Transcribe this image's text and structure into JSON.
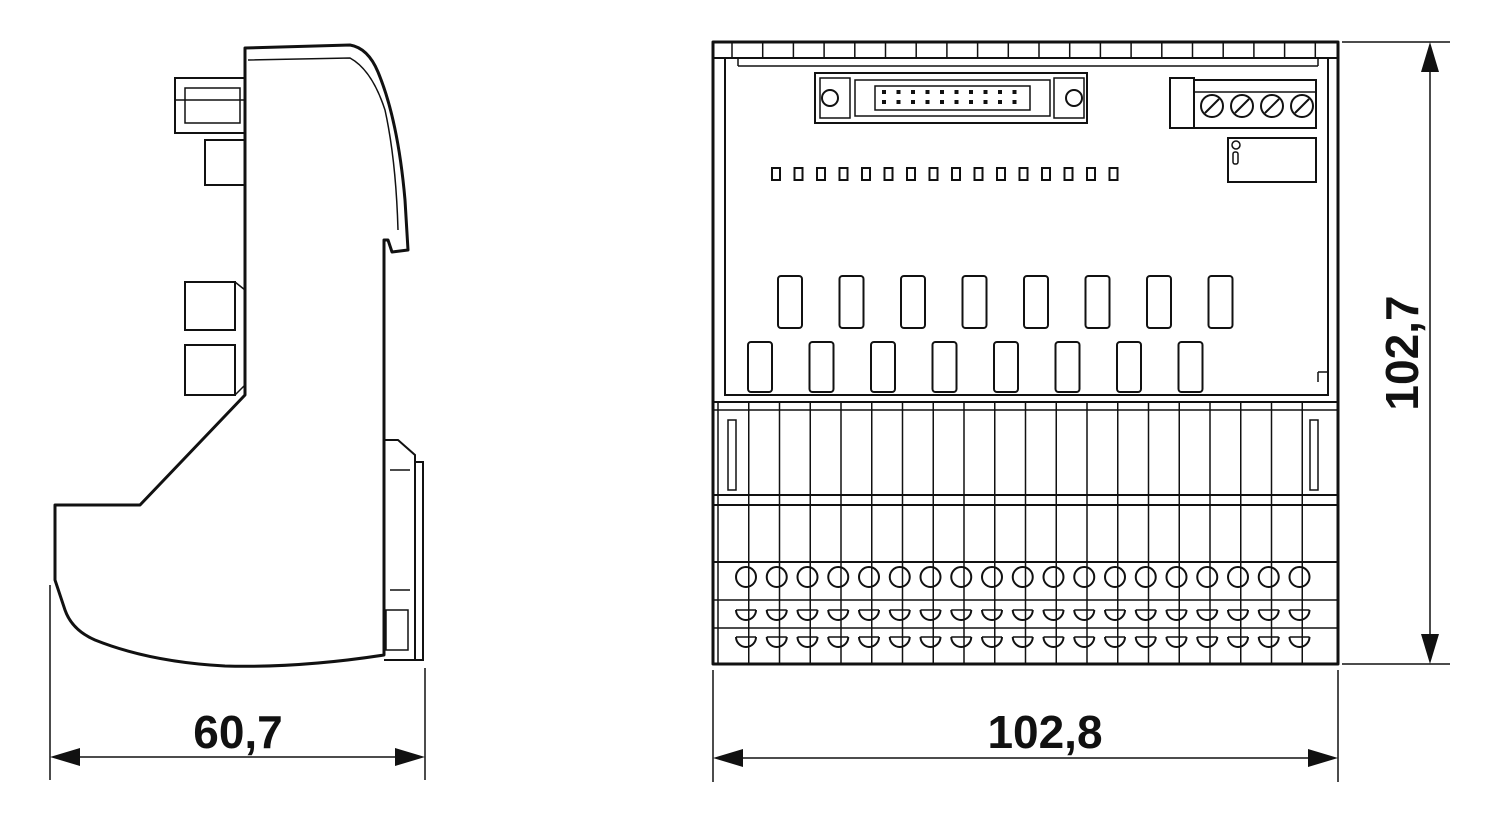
{
  "drawing": {
    "side_view": {
      "width_label": "60,7"
    },
    "front_view": {
      "width_label": "102,8",
      "height_label": "102,7"
    }
  }
}
